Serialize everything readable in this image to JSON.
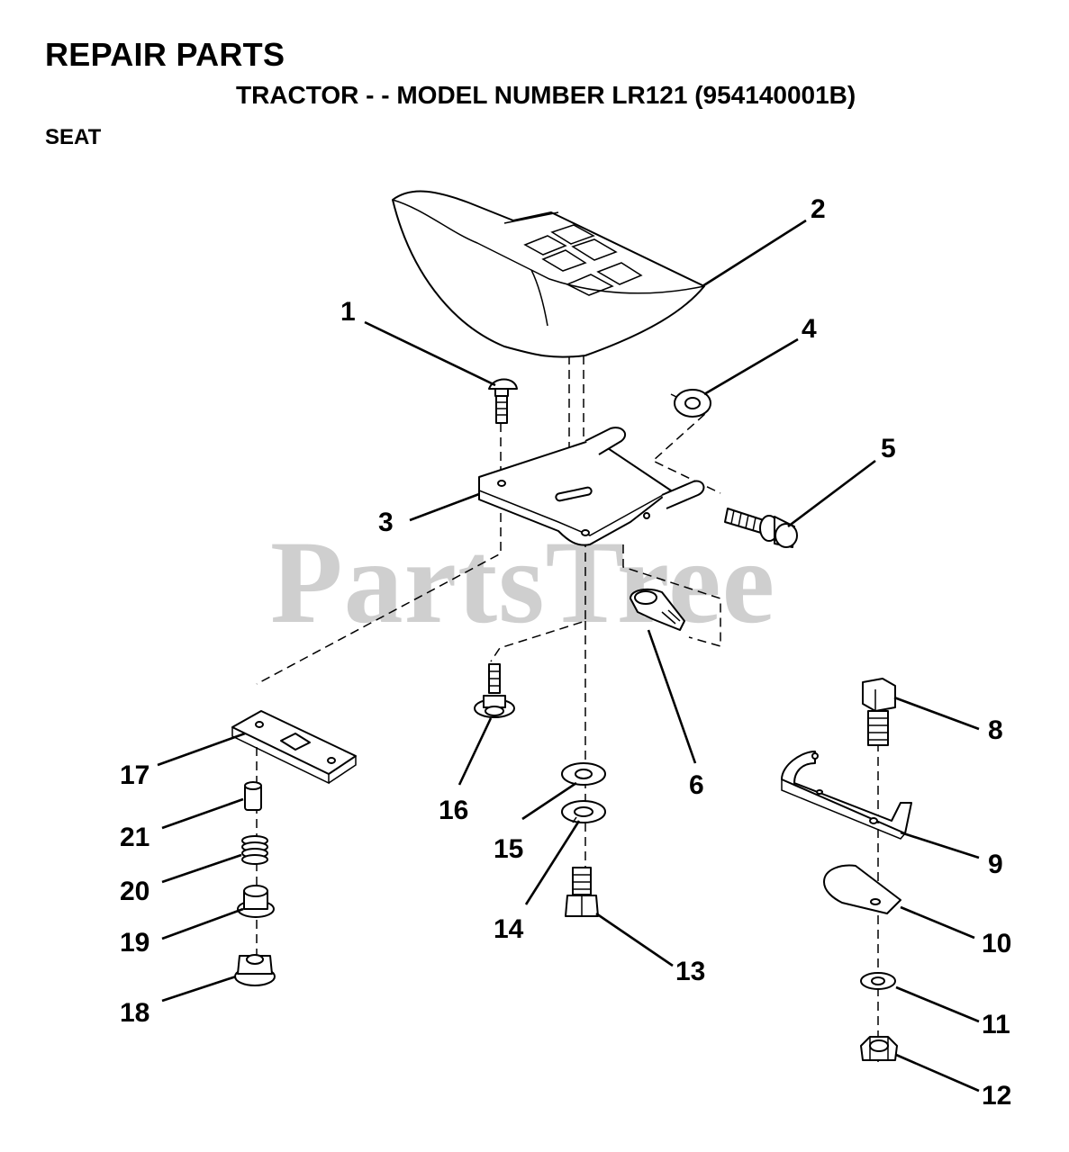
{
  "title": "REPAIR PARTS",
  "subtitle": "TRACTOR - - MODEL NUMBER LR121 (954140001B)",
  "section": "SEAT",
  "watermark": "PartsTree",
  "callouts": [
    {
      "number": "1",
      "part": "carriage-bolt"
    },
    {
      "number": "2",
      "part": "seat"
    },
    {
      "number": "3",
      "part": "seat-pan"
    },
    {
      "number": "4",
      "part": "nut"
    },
    {
      "number": "5",
      "part": "shoulder-bolt"
    },
    {
      "number": "6",
      "part": "clip"
    },
    {
      "number": "8",
      "part": "hex-bolt"
    },
    {
      "number": "9",
      "part": "bracket"
    },
    {
      "number": "10",
      "part": "spring-clip"
    },
    {
      "number": "11",
      "part": "washer"
    },
    {
      "number": "12",
      "part": "lock-nut"
    },
    {
      "number": "13",
      "part": "bolt"
    },
    {
      "number": "14",
      "part": "lock-washer"
    },
    {
      "number": "15",
      "part": "flat-washer"
    },
    {
      "number": "16",
      "part": "flange-bolt"
    },
    {
      "number": "17",
      "part": "slide-plate"
    },
    {
      "number": "18",
      "part": "flange-nut"
    },
    {
      "number": "19",
      "part": "bushing"
    },
    {
      "number": "20",
      "part": "spring"
    },
    {
      "number": "21",
      "part": "pin"
    }
  ]
}
